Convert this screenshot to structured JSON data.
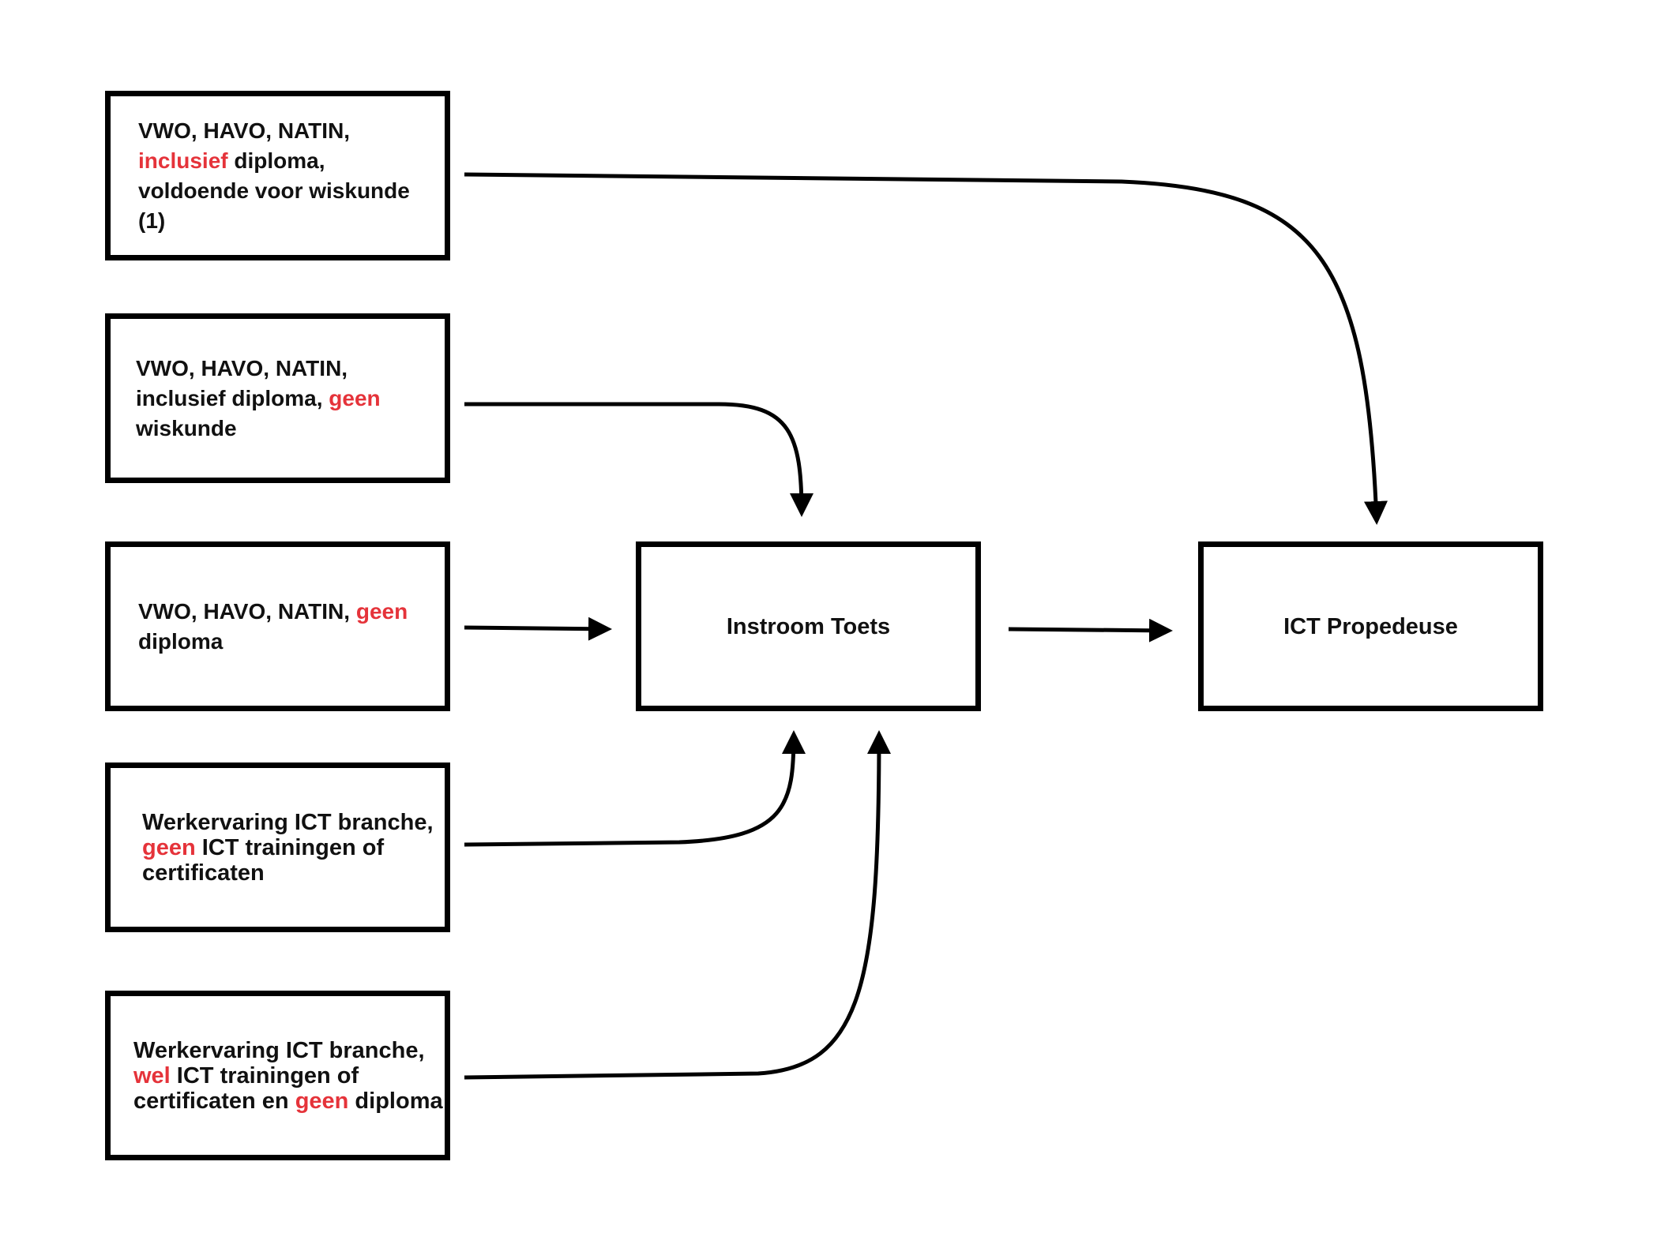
{
  "diagram": {
    "sources": [
      {
        "id": "s1",
        "segments": [
          {
            "text": "VWO, HAVO, NATIN,",
            "highlight": false
          },
          {
            "text": "\n",
            "highlight": false
          },
          {
            "text": "inclusief",
            "highlight": true
          },
          {
            "text": " diploma,",
            "highlight": false
          },
          {
            "text": "\n",
            "highlight": false
          },
          {
            "text": "voldoende voor wiskunde",
            "highlight": false
          },
          {
            "text": "\n",
            "highlight": false
          },
          {
            "text": "(1)",
            "highlight": false
          }
        ]
      },
      {
        "id": "s2",
        "segments": [
          {
            "text": "VWO, HAVO, NATIN,",
            "highlight": false
          },
          {
            "text": "\n",
            "highlight": false
          },
          {
            "text": "inclusief diploma, ",
            "highlight": false
          },
          {
            "text": "geen",
            "highlight": true
          },
          {
            "text": "\n",
            "highlight": false
          },
          {
            "text": "wiskunde",
            "highlight": false
          }
        ]
      },
      {
        "id": "s3",
        "segments": [
          {
            "text": "VWO, HAVO, NATIN, ",
            "highlight": false
          },
          {
            "text": "geen",
            "highlight": true
          },
          {
            "text": "\n",
            "highlight": false
          },
          {
            "text": "diploma",
            "highlight": false
          }
        ]
      },
      {
        "id": "s4",
        "segments": [
          {
            "text": "Werkervaring ICT branche,",
            "highlight": false
          },
          {
            "text": "\n",
            "highlight": false
          },
          {
            "text": "geen",
            "highlight": true
          },
          {
            "text": " ICT trainingen of",
            "highlight": false
          },
          {
            "text": "\n",
            "highlight": false
          },
          {
            "text": "certificaten",
            "highlight": false
          }
        ]
      },
      {
        "id": "s5",
        "segments": [
          {
            "text": "Werkervaring ICT branche,",
            "highlight": false
          },
          {
            "text": "\n",
            "highlight": false
          },
          {
            "text": "wel",
            "highlight": true
          },
          {
            "text": " ICT trainingen of",
            "highlight": false
          },
          {
            "text": "\n",
            "highlight": false
          },
          {
            "text": "certificaten en ",
            "highlight": false
          },
          {
            "text": "geen",
            "highlight": true
          },
          {
            "text": " diploma",
            "highlight": false
          }
        ]
      }
    ],
    "intake": {
      "label": "Instroom Toets"
    },
    "target": {
      "label": "ICT Propedeuse"
    },
    "colors": {
      "highlight": "#e5333a",
      "stroke": "#000000",
      "text": "#111111",
      "background": "#ffffff"
    }
  }
}
